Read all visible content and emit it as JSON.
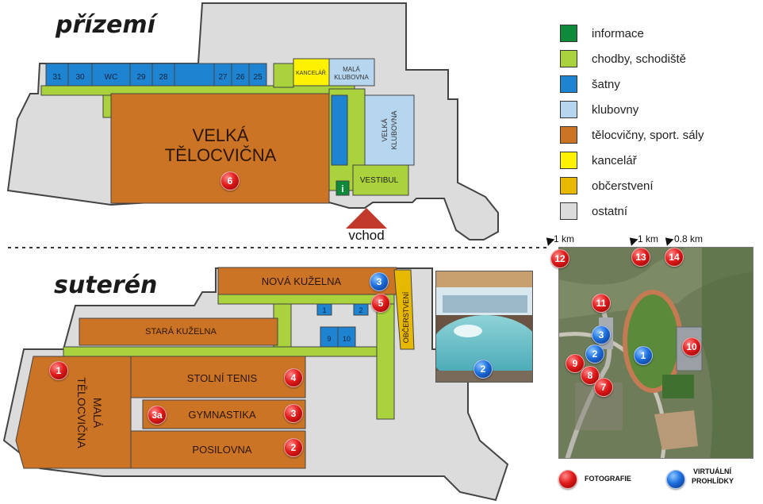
{
  "floors": {
    "ground": "přízemí",
    "basement": "suterén"
  },
  "legend": [
    {
      "label": "informace",
      "color": "#0f8a3a"
    },
    {
      "label": "chodby, schodiště",
      "color": "#a9d23c"
    },
    {
      "label": "šatny",
      "color": "#1e83d0"
    },
    {
      "label": "klubovny",
      "color": "#b6d6f0"
    },
    {
      "label": "tělocvičny, sport. sály",
      "color": "#cc7426"
    },
    {
      "label": "kancelář",
      "color": "#fff200"
    },
    {
      "label": "občerstvení",
      "color": "#e6b800"
    },
    {
      "label": "ostatní",
      "color": "#dcdcdc"
    }
  ],
  "ground_floor": {
    "big_gym": "VELKÁ TĚLOCVIČNA",
    "big_gym_line1": "VELKÁ",
    "big_gym_line2": "TĚLOCVIČNA",
    "office": "KANCELÁŘ",
    "small_club_line1": "MALÁ",
    "small_club_line2": "KLUBOVNA",
    "big_club_line1": "VELKÁ",
    "big_club_line2": "KLUBOVNA",
    "vestibule": "VESTIBUL",
    "info_icon": "i",
    "entrance": "vchod",
    "lockers": [
      "31",
      "30",
      "WC",
      "29",
      "28",
      "27",
      "26",
      "25"
    ]
  },
  "basement": {
    "new_bowling": "NOVÁ KUŽELNA",
    "old_bowling": "STARÁ KUŽELNA",
    "small_gym_line1": "MALÁ",
    "small_gym_line2": "TĚLOCVIČNA",
    "table_tennis": "STOLNÍ TENIS",
    "gymnastics": "GYMNASTIKA",
    "gym": "POSILOVNA",
    "refreshments": "OBČERSTVENÍ",
    "lockers": [
      "1",
      "2",
      "9",
      "10"
    ]
  },
  "markers": {
    "photo": [
      "6",
      "1",
      "4",
      "3a",
      "3",
      "2",
      "5",
      "12",
      "13",
      "14",
      "11",
      "9",
      "8",
      "7",
      "10"
    ],
    "virtual": [
      "3",
      "2",
      "3",
      "2",
      "1"
    ]
  },
  "distances": [
    "1 km",
    "1 km",
    "0.8 km"
  ],
  "map_legend": {
    "photos": "FOTOGRAFIE",
    "virtual_line1": "VIRTUÁLNÍ",
    "virtual_line2": "PROHLÍDKY"
  },
  "colors": {
    "corridor": "#a9d23c",
    "locker": "#1e83d0",
    "club": "#b6d6f0",
    "gym": "#cc7426",
    "office": "#fff200",
    "refreshment": "#e6b800",
    "other": "#dcdcdc",
    "info": "#0f8a3a",
    "entrance_arrow": "#c0392b"
  }
}
